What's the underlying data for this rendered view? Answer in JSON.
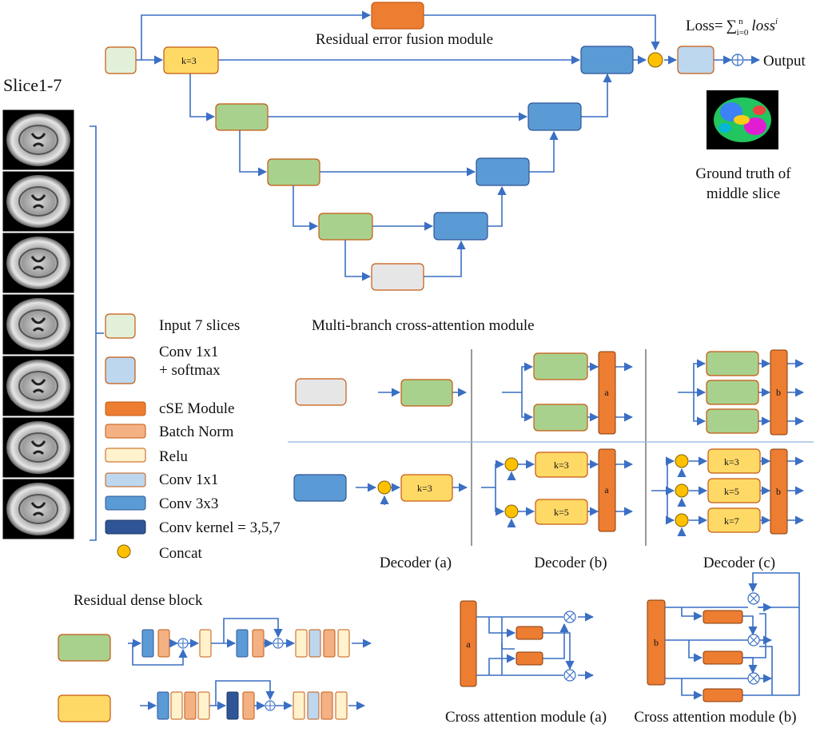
{
  "colors": {
    "green": "#a9d18e",
    "orange": "#ed7d31",
    "peach": "#f4b183",
    "yellow": "#ffd966",
    "cream": "#fff2cc",
    "lightblue": "#bdd7ee",
    "blue": "#5b9bd5",
    "darkblue": "#2f5597",
    "input": "#e2f0d9",
    "grey": "#e7e6e6",
    "concat": "#ffc000",
    "arrow": "#3a6fc4",
    "border": "#c55a11"
  },
  "top": {
    "residual_label": "Residual error fusion module",
    "loss_prefix": "Loss=",
    "loss_formula": "∑",
    "loss_sub": "i=0",
    "loss_sup": "n",
    "loss_term": "loss",
    "loss_term_sup": "i",
    "output_label": "Output",
    "k_label": "k=3",
    "ground_truth_line1": "Ground truth of",
    "ground_truth_line2": "middle slice",
    "slices_label": "Slice1-7"
  },
  "legend": [
    {
      "label": "Input 7 slices",
      "color_key": "input"
    },
    {
      "label": "Conv 1x1",
      "label2": "+ softmax",
      "color_key": "lightblue"
    },
    {
      "label": "cSE Module",
      "color_key": "orange"
    },
    {
      "label": "Batch Norm",
      "color_key": "peach"
    },
    {
      "label": "Relu",
      "color_key": "cream"
    },
    {
      "label": "Conv 1x1",
      "color_key": "lightblue"
    },
    {
      "label": "Conv 3x3",
      "color_key": "blue"
    },
    {
      "label": "Conv kernel = 3,5,7",
      "color_key": "darkblue"
    },
    {
      "label": "Concat",
      "color_key": "concat"
    }
  ],
  "mbca": {
    "title": "Multi-branch cross-attention module",
    "k3": "k=3",
    "k5": "k=5",
    "k7": "k=7",
    "a": "a",
    "b": "b",
    "decoder_a": "Decoder (a)",
    "decoder_b": "Decoder (b)",
    "decoder_c": "Decoder (c)"
  },
  "rdb": {
    "title": "Residual dense block"
  },
  "cam": {
    "label_a": "Cross attention module (a)",
    "label_b": "Cross attention module (b)",
    "a": "a",
    "b": "b"
  }
}
